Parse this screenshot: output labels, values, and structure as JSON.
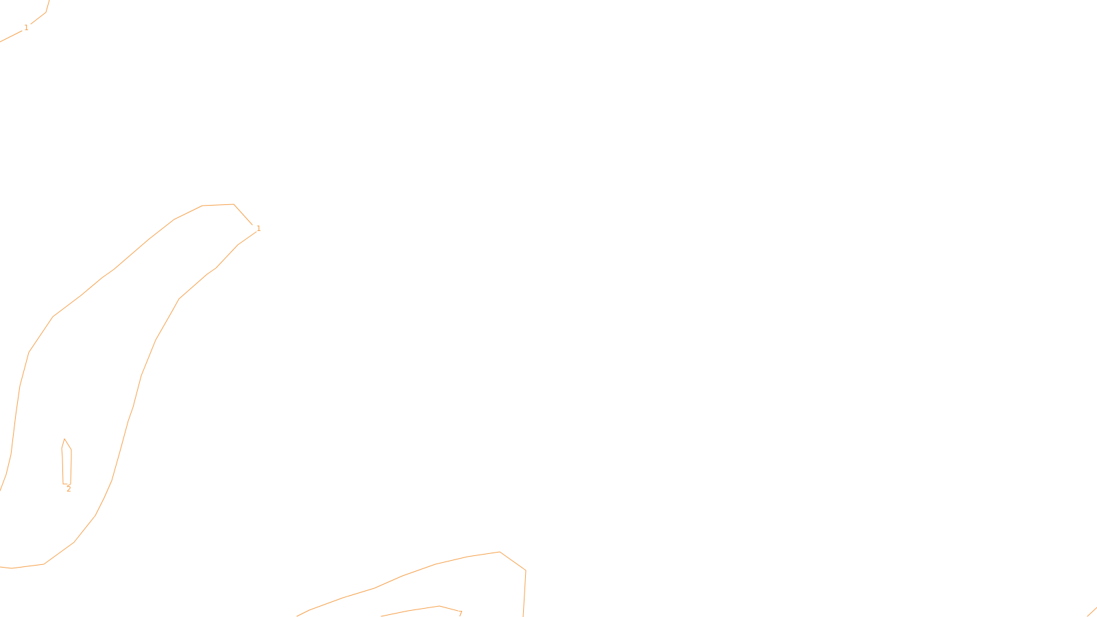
{
  "map": {
    "background": "#ffffff",
    "contour_color": "#f5a04a",
    "contour_labels": [
      "1",
      "1",
      "2",
      "7"
    ]
  }
}
